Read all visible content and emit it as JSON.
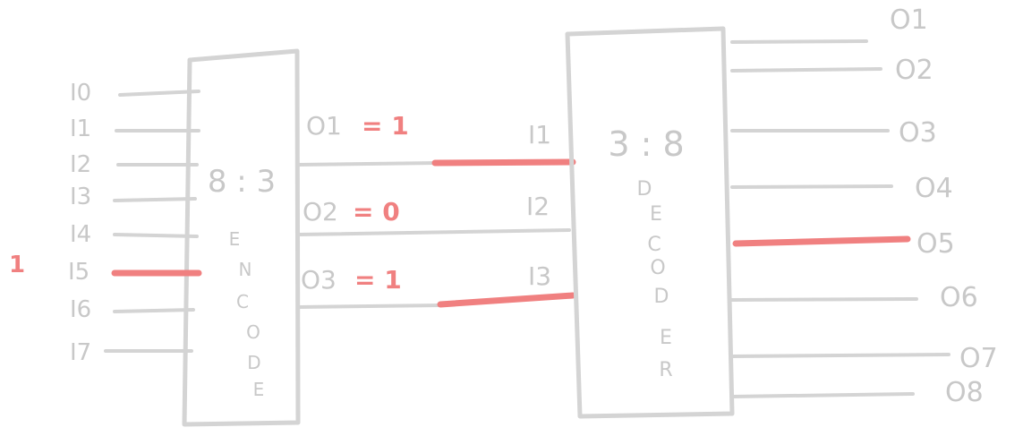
{
  "colors": {
    "line": "#d4d4d4",
    "text": "#c8c8c8",
    "highlight": "#f08080"
  },
  "encoder": {
    "title": "8 : 3",
    "letters": [
      "E",
      "N",
      "C",
      "O",
      "D",
      "E"
    ],
    "inputs": [
      "I0",
      "I1",
      "I2",
      "I3",
      "I4",
      "I5",
      "I6",
      "I7"
    ],
    "active_input_value": "1",
    "outputs": [
      {
        "label": "O1",
        "value": "= 1"
      },
      {
        "label": "O2",
        "value": "= 0"
      },
      {
        "label": "O3",
        "value": "= 1"
      }
    ]
  },
  "decoder": {
    "title": "3 : 8",
    "letters": [
      "D",
      "E",
      "C",
      "O",
      "D",
      "E",
      "R"
    ],
    "inputs": [
      "I1",
      "I2",
      "I3"
    ],
    "outputs": [
      "O1",
      "O2",
      "O3",
      "O4",
      "O5",
      "O6",
      "O7",
      "O8"
    ]
  }
}
